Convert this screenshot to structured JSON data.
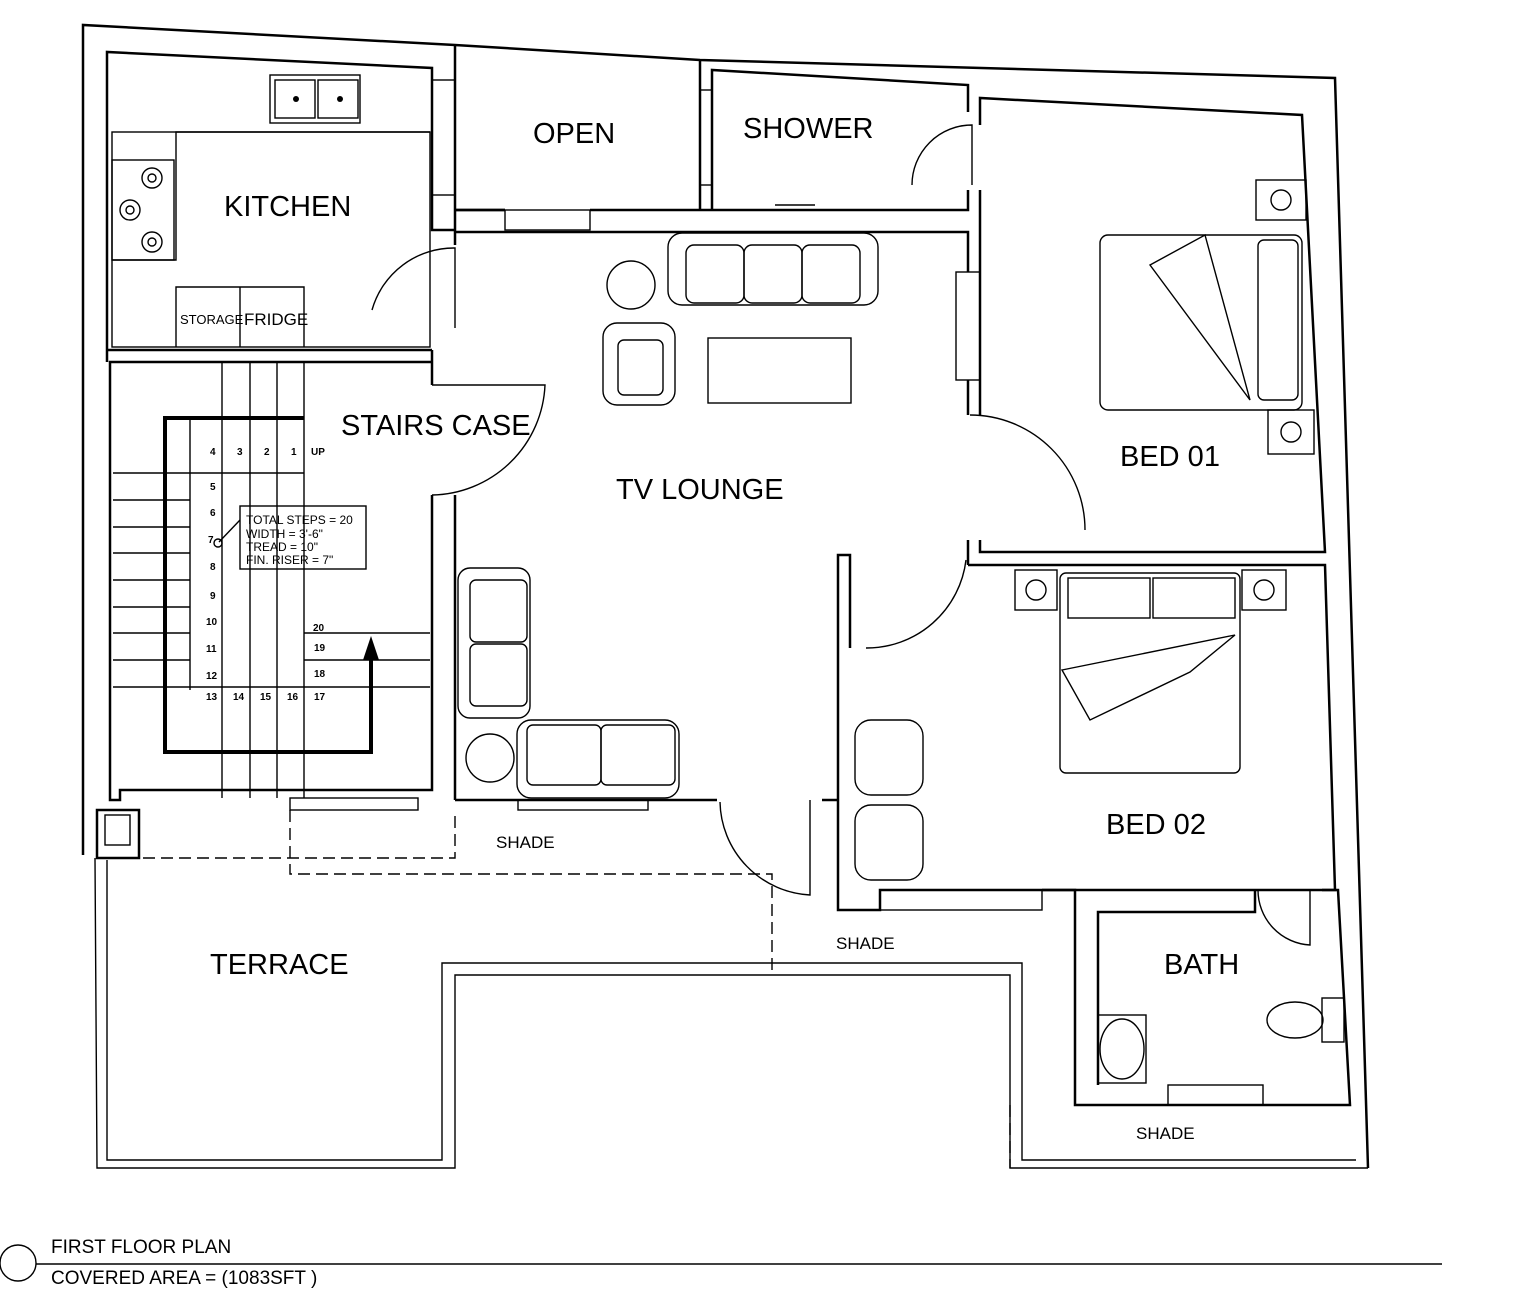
{
  "rooms": {
    "kitchen": "KITCHEN",
    "storage": "STORAGE",
    "fridge": "FRIDGE",
    "open": "OPEN",
    "shower": "SHOWER",
    "stairs": "STAIRS CASE",
    "tv_lounge": "TV LOUNGE",
    "bed01": "BED 01",
    "bed02": "BED 02",
    "bath": "BATH",
    "terrace": "TERRACE",
    "shade1": "SHADE",
    "shade2": "SHADE",
    "shade3": "SHADE"
  },
  "stairs": {
    "up_label": "UP",
    "steps": [
      "1",
      "2",
      "3",
      "4",
      "5",
      "6",
      "7",
      "8",
      "9",
      "10",
      "11",
      "12",
      "13",
      "14",
      "15",
      "16",
      "17",
      "18",
      "19",
      "20"
    ],
    "note": [
      "TOTAL  STEPS  =  20",
      "WIDTH  =  3'-6\"",
      "TREAD  =  10\"",
      "FIN.  RISER  =  7\""
    ]
  },
  "title": {
    "name": "FIRST FLOOR PLAN",
    "area": "COVERED AREA = (1083SFT )"
  }
}
